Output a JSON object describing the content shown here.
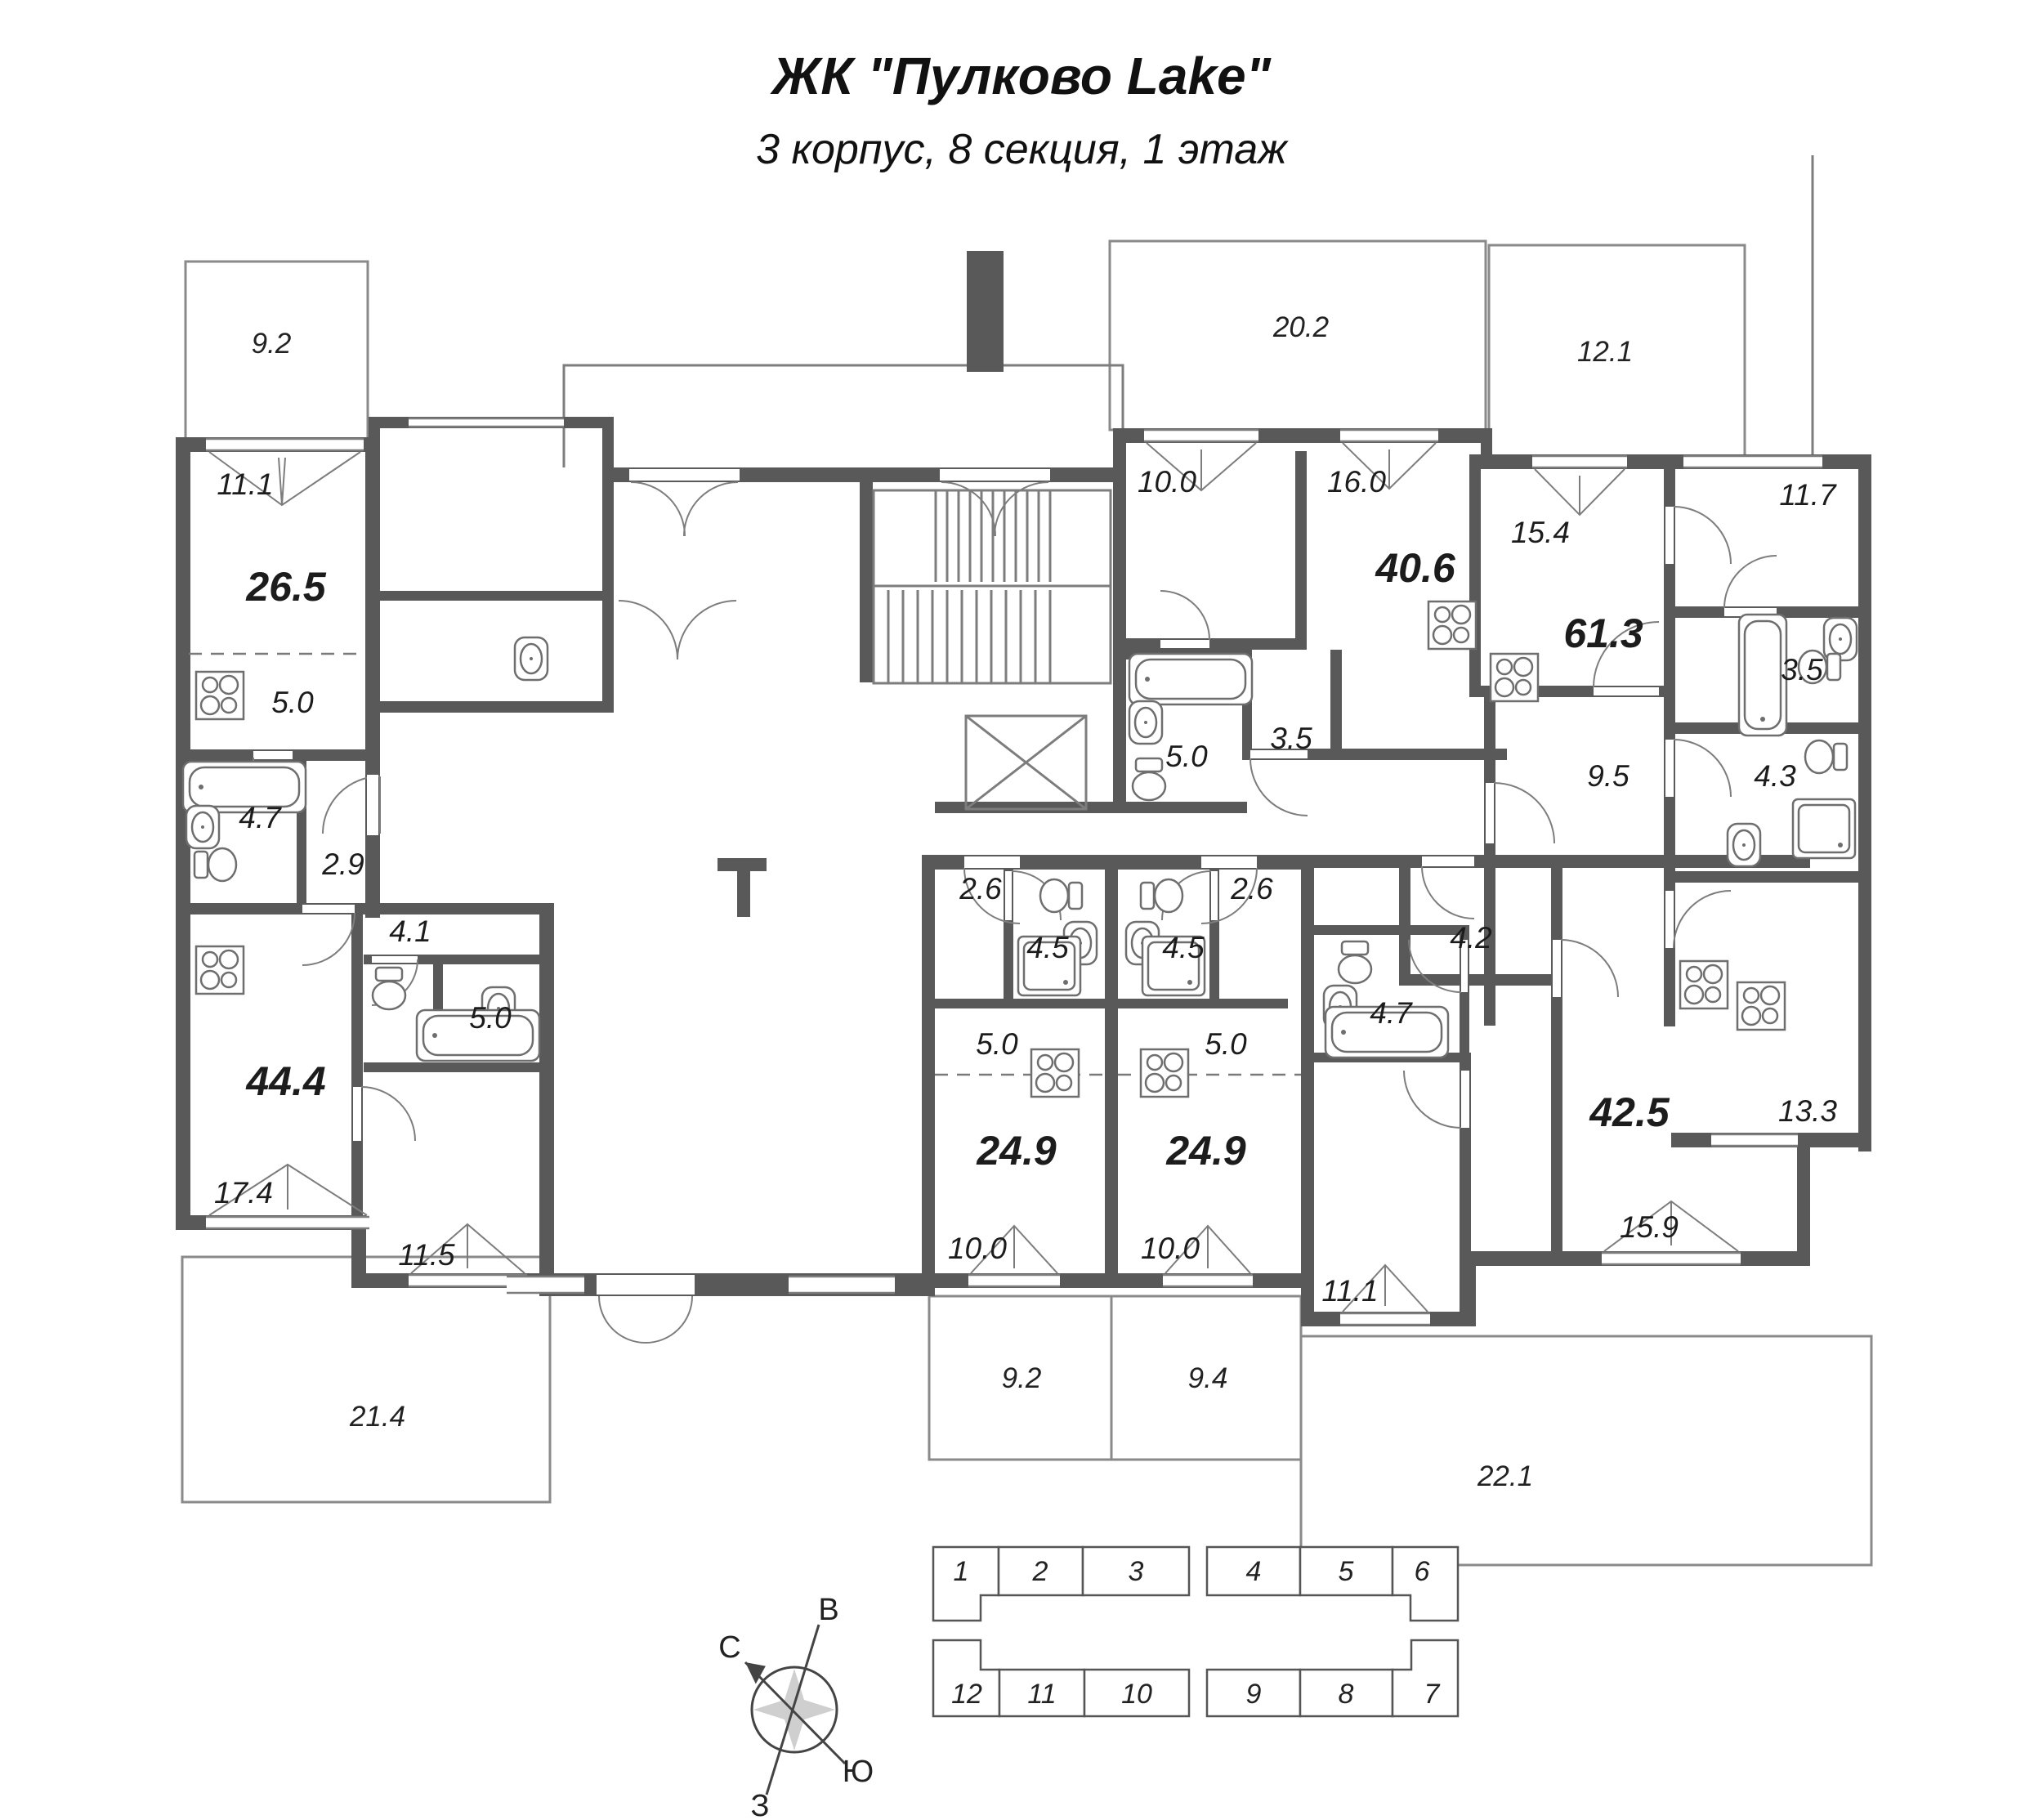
{
  "header": {
    "title": "ЖК \"Пулково Lake\"",
    "subtitle": "3 корпус, 8 секция, 1 этаж"
  },
  "areas": {
    "apt1_balcony": "9.2",
    "apt1_room": "11.1",
    "apt1_total": "26.5",
    "apt1_kitchen": "5.0",
    "apt1_bath": "4.7",
    "apt1_hall": "2.9",
    "apt2_hall": "4.1",
    "apt2_bath": "5.0",
    "apt2_total": "44.4",
    "apt2_room1": "17.4",
    "apt2_room2": "11.5",
    "apt2_terrace": "21.4",
    "studio1_hall": "2.6",
    "studio1_bath": "4.5",
    "studio1_kitchen": "5.0",
    "studio1_total": "24.9",
    "studio1_room": "10.0",
    "studio1_terrace": "9.2",
    "studio2_hall": "2.6",
    "studio2_bath": "4.5",
    "studio2_kitchen": "5.0",
    "studio2_total": "24.9",
    "studio2_room": "10.0",
    "studio2_terrace": "9.4",
    "apt3_balcony": "20.2",
    "apt3_room1": "10.0",
    "apt3_room2": "16.0",
    "apt3_total": "40.6",
    "apt3_bath": "5.0",
    "apt3_hall": "3.5",
    "apt4_balcony": "12.1",
    "apt4_room1": "15.4",
    "apt4_total": "61.3",
    "apt4_room2": "11.7",
    "apt4_bath1": "3.5",
    "apt4_bath2": "4.3",
    "apt4_hall": "9.5",
    "apt4_room3": "13.3",
    "apt5_hall": "4.2",
    "apt5_bath": "4.7",
    "apt5_total": "42.5",
    "apt5_room1": "15.9",
    "apt5_room2": "11.1",
    "apt5_terrace": "22.1"
  },
  "compass": {
    "north": "С",
    "east": "В",
    "south": "Ю",
    "west": "З"
  },
  "key_plan": {
    "top_row": [
      "1",
      "2",
      "3",
      "4",
      "5",
      "6"
    ],
    "bottom_row": [
      "12",
      "11",
      "10",
      "9",
      "8",
      "7"
    ],
    "highlighted": "8",
    "highlight_color": "#d9d9d9"
  },
  "colors": {
    "wall": "#595959",
    "text": "#1c1c1c"
  }
}
